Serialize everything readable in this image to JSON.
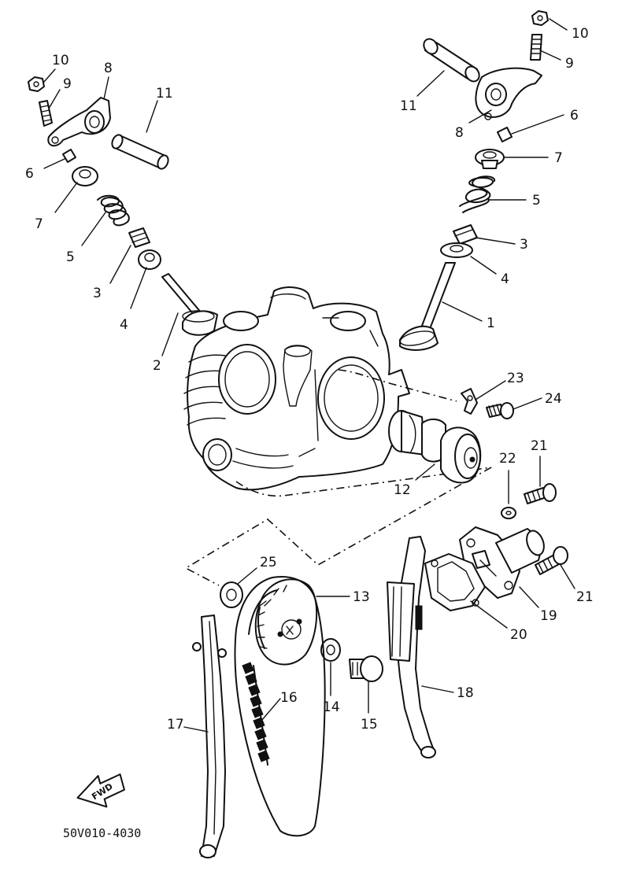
{
  "diagram_code": "50V010-4030",
  "direction_arrow": "FWD",
  "callouts": [
    {
      "id": "c10a",
      "text": "10"
    },
    {
      "id": "c9a",
      "text": "9"
    },
    {
      "id": "c8a",
      "text": "8"
    },
    {
      "id": "c11a",
      "text": "11"
    },
    {
      "id": "c6a",
      "text": "6"
    },
    {
      "id": "c7a",
      "text": "7"
    },
    {
      "id": "c5a",
      "text": "5"
    },
    {
      "id": "c3a",
      "text": "3"
    },
    {
      "id": "c4a",
      "text": "4"
    },
    {
      "id": "c2",
      "text": "2"
    },
    {
      "id": "c10b",
      "text": "10"
    },
    {
      "id": "c9b",
      "text": "9"
    },
    {
      "id": "c11b",
      "text": "11"
    },
    {
      "id": "c8b",
      "text": "8"
    },
    {
      "id": "c6b",
      "text": "6"
    },
    {
      "id": "c7b",
      "text": "7"
    },
    {
      "id": "c5b",
      "text": "5"
    },
    {
      "id": "c3b",
      "text": "3"
    },
    {
      "id": "c4b",
      "text": "4"
    },
    {
      "id": "c1",
      "text": "1"
    },
    {
      "id": "c23",
      "text": "23"
    },
    {
      "id": "c24",
      "text": "24"
    },
    {
      "id": "c12",
      "text": "12"
    },
    {
      "id": "c22",
      "text": "22"
    },
    {
      "id": "c21a",
      "text": "21"
    },
    {
      "id": "c21b",
      "text": "21"
    },
    {
      "id": "c19",
      "text": "19"
    },
    {
      "id": "c20",
      "text": "20"
    },
    {
      "id": "c25",
      "text": "25"
    },
    {
      "id": "c13",
      "text": "13"
    },
    {
      "id": "c14",
      "text": "14"
    },
    {
      "id": "c15",
      "text": "15"
    },
    {
      "id": "c16",
      "text": "16"
    },
    {
      "id": "c17",
      "text": "17"
    },
    {
      "id": "c18",
      "text": "18"
    }
  ]
}
